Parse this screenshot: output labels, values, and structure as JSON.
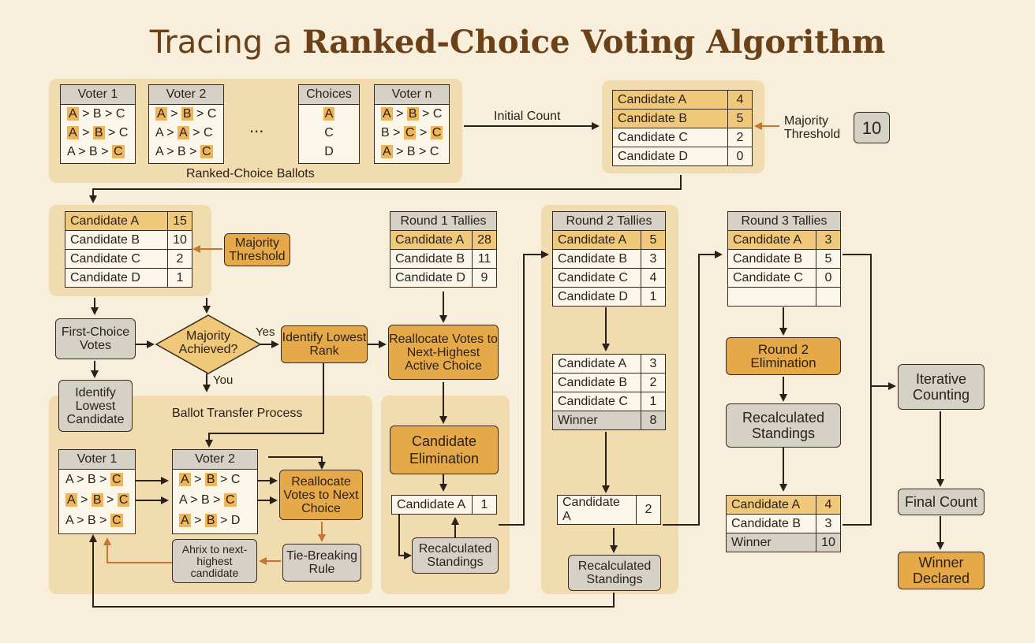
{
  "title": {
    "normal": "Tracing a ",
    "bold": "Ranked-Choice Voting Algorithm"
  },
  "ballots": {
    "caption": "Ranked-Choice Ballots",
    "ellipsis": "...",
    "voter1": {
      "header": "Voter 1",
      "rows": [
        [
          "A",
          " > B > C"
        ],
        [
          "A",
          " > ",
          "B",
          " > C"
        ],
        [
          "A > B > ",
          "C"
        ]
      ]
    },
    "voter2": {
      "header": "Voter 2"
    },
    "choices": {
      "header": "Choices",
      "rows": [
        "A",
        "C",
        "D"
      ]
    },
    "votern": {
      "header": "Voter n"
    }
  },
  "initial_count": {
    "label": "Initial Count",
    "rows": [
      {
        "name": "Candidate A",
        "value": "4"
      },
      {
        "name": "Candidate B",
        "value": "5"
      },
      {
        "name": "Candidate C",
        "value": "2"
      },
      {
        "name": "Candidate D",
        "value": "0"
      }
    ],
    "majority_label": "Majority Threshold",
    "threshold": "10"
  },
  "left_tally": {
    "rows": [
      {
        "name": "Candidate A",
        "value": "15"
      },
      {
        "name": "Candidate B",
        "value": "10"
      },
      {
        "name": "Candidate C",
        "value": "2"
      },
      {
        "name": "Candidate D",
        "value": "1"
      }
    ],
    "majority_label": "Majority Threshold"
  },
  "flow": {
    "first_choice": "First-Choice Votes",
    "majority": "Majority Achieved?",
    "yes": "Yes",
    "you": "You",
    "identify_lowest_rank": "Identify Lowest Rank",
    "identify_lowest_candidate": "Identify Lowest Candidate",
    "reallocate_next_highest": "Reallocate Votes to Next-Highest Active Choice",
    "transfer_title": "Ballot Transfer Process",
    "voter1": "Voter 1",
    "voter2": "Voter 2",
    "reallocate_next": "Reallocate Votes to Next Choice",
    "tie_breaking": "Tie-Breaking Rule",
    "ahrix": "Ahrix to next-highest candidate"
  },
  "round1": {
    "header": "Round 1 Tallies",
    "rows": [
      {
        "name": "Candidate A",
        "value": "28"
      },
      {
        "name": "Candidate B",
        "value": "11"
      },
      {
        "name": "Candidate D",
        "value": "9"
      }
    ],
    "elimination": "Candidate Elimination",
    "single": {
      "name": "Candidate A",
      "value": "1"
    },
    "recalc": "Recalculated Standings"
  },
  "round2": {
    "header": "Round 2 Tallies",
    "rows": [
      {
        "name": "Candidate A",
        "value": "5"
      },
      {
        "name": "Candidate B",
        "value": "3"
      },
      {
        "name": "Candidate C",
        "value": "4"
      },
      {
        "name": "Candidate D",
        "value": "1"
      }
    ],
    "rows2": [
      {
        "name": "Candidate A",
        "value": "3"
      },
      {
        "name": "Candidate B",
        "value": "2"
      },
      {
        "name": "Candidate C",
        "value": "1"
      },
      {
        "name": "Winner",
        "value": "8"
      }
    ],
    "single": {
      "name": "Candidate A",
      "value": "2"
    },
    "recalc": "Recalculated Standings"
  },
  "round3": {
    "header": "Round 3 Tallies",
    "rows": [
      {
        "name": "Candidate A",
        "value": "3"
      },
      {
        "name": "Candidate B",
        "value": "5"
      },
      {
        "name": "Candidate C",
        "value": "0"
      },
      {
        "name": "",
        "value": ""
      }
    ],
    "elimination": "Round 2 Elimination",
    "recalc": "Recalculated Standings",
    "rows2": [
      {
        "name": "Candidate A",
        "value": "4"
      },
      {
        "name": "Candidate B",
        "value": "3"
      },
      {
        "name": "Winner",
        "value": "10"
      }
    ]
  },
  "final": {
    "iterative": "Iterative Counting",
    "final_count": "Final Count",
    "winner": "Winner Declared"
  },
  "colors": {
    "accent": "#e6a94a",
    "panel": "#f0dcae",
    "background": "#f7eedb",
    "gray": "#d6d1c6",
    "title": "#6a4118",
    "arrow_orange": "#c8742e"
  }
}
